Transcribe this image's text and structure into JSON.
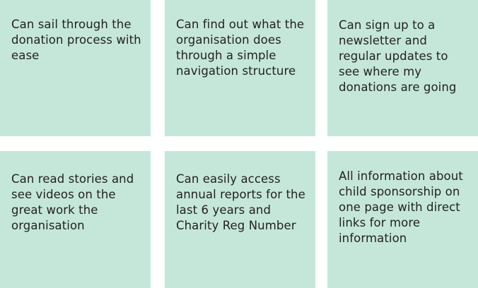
{
  "cards": [
    {
      "text": "Can sail through the donation process with ease"
    },
    {
      "text": "Can find out what the organisation does through a simple navigation structure"
    },
    {
      "text": "Can sign up to a newsletter and regular updates to see where my donations are going"
    },
    {
      "text": "Can read stories and see videos on the great work the organisation"
    },
    {
      "text": "Can easily access annual reports for the last 6 years and Charity Reg Number"
    },
    {
      "text": "All information about child sponsorship on one page with direct links for more information"
    }
  ],
  "colors": {
    "card_background": "#c5e7da",
    "text": "#222222"
  }
}
